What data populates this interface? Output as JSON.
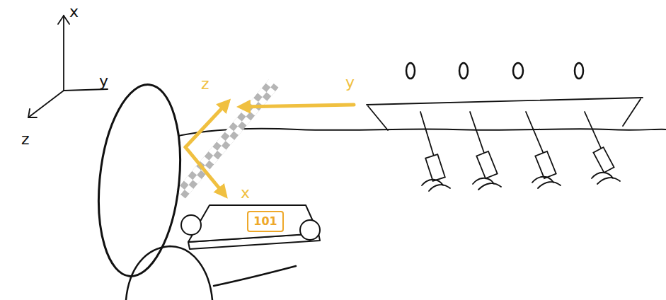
{
  "diagram": {
    "nodes": [
      {
        "text": [
          "101"
        ]
      }
    ],
    "labels": [
      "x",
      "y",
      "z",
      "z",
      "y",
      "x"
    ]
  }
}
